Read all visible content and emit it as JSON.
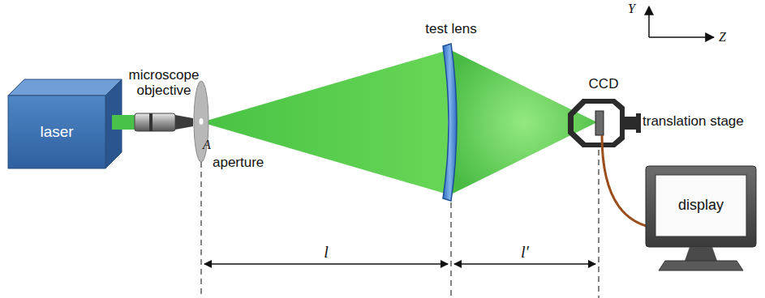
{
  "diagram": {
    "nodes": [
      {
        "text": [
          "laser"
        ]
      },
      {
        "text": [
          "display"
        ]
      }
    ],
    "edges": [],
    "labels": [
      "microscope objective",
      "A",
      "aperture",
      "test lens",
      "CCD",
      "translation stage",
      "l",
      "l′",
      "Y",
      "Z"
    ]
  }
}
